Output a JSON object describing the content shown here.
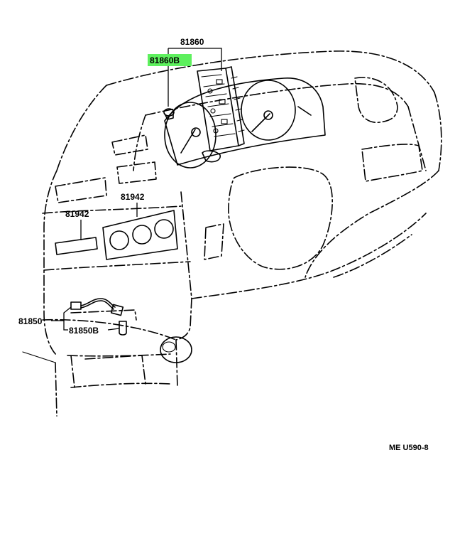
{
  "callouts": {
    "p81860": "81860",
    "p81860b": "81860B",
    "p81942_upper": "81942",
    "p81942_lower": "81942",
    "p81850": "81850",
    "p81850b": "81850B"
  },
  "highlight_color": "#5ef05e",
  "reference_code": "ME  U590-8"
}
